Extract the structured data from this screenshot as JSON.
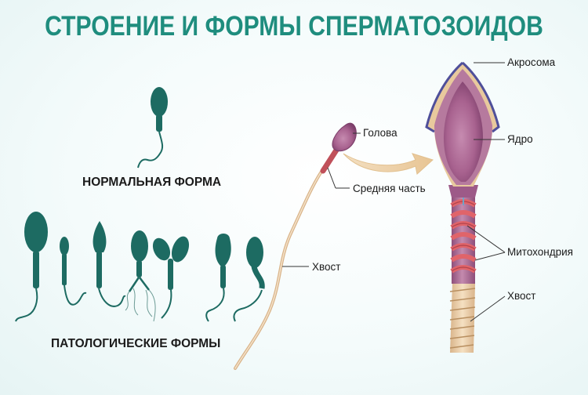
{
  "title": "СТРОЕНИЕ И ФОРМЫ СПЕРМАТОЗОИДОВ",
  "normal_form_label": "НОРМАЛЬНАЯ ФОРМА",
  "pathological_forms_label": "ПАТОЛОГИЧЕСКИЕ ФОРМЫ",
  "whole_cell_labels": {
    "head": "Голова",
    "midpiece": "Средняя часть",
    "tail": "Хвост"
  },
  "detail_labels": {
    "acrosome": "Акросома",
    "nucleus": "Ядро",
    "mitochondria": "Митохондрия",
    "tail": "Хвост"
  },
  "colors": {
    "title": "#1f8d7e",
    "silhouette": "#1d6b62",
    "head_purple": "#9c5a86",
    "acrosome_blue": "#4f4f9a",
    "mitochondria_red": "#d9595f",
    "tail_tan": "#e6c9a3",
    "arrow_tan": "#eccfa6"
  }
}
